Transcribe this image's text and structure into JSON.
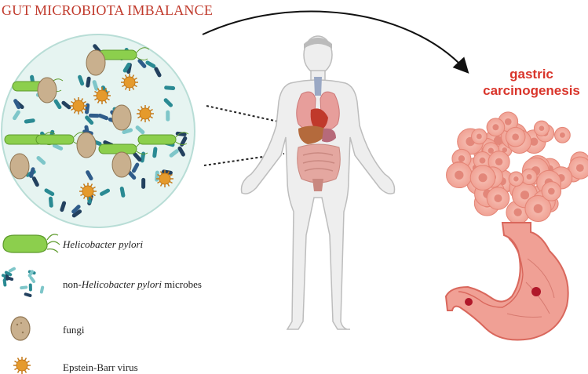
{
  "title": "GUT MICROBIOTA IMBALANCE",
  "outcome": {
    "line1": "gastric",
    "line2": "carcinogenesis"
  },
  "legend": [
    {
      "prefix": "",
      "italic": "Helicobacter pylori",
      "suffix": ""
    },
    {
      "prefix": "non-",
      "italic": "Helicobacter pylori",
      "suffix": " microbes"
    },
    {
      "prefix": "",
      "italic": "",
      "suffix": "fungi"
    },
    {
      "prefix": "",
      "italic": "",
      "suffix": "Epstein-Barr virus"
    }
  ],
  "colors": {
    "title": "#c0392b",
    "outcome": "#d9352b",
    "circle_fill": "#e6f4f1",
    "h_pylori": "#8ccf4d",
    "fungi": "#c9b08e",
    "ebv": "#e59a2c",
    "microbe_teal": "#2a8a93",
    "microbe_navy": "#23415f",
    "tumor": "#f3a79a",
    "stomach": "#e98a80"
  }
}
